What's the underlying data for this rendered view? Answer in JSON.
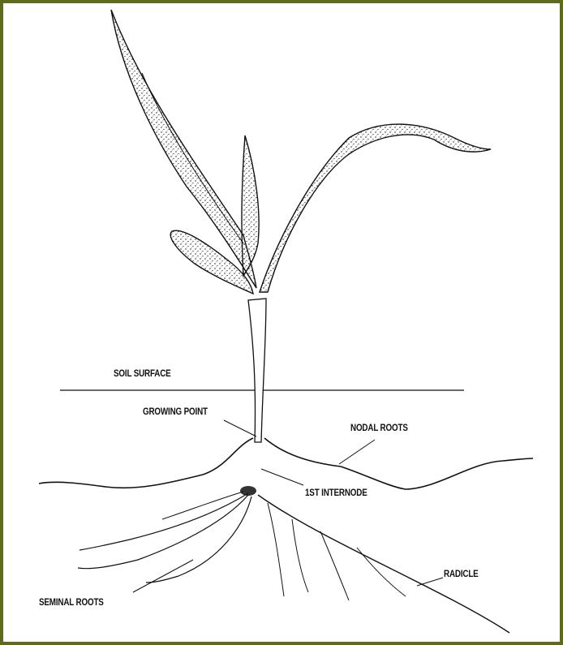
{
  "labels": {
    "soil_surface": "SOIL SURFACE",
    "growing_point": "GROWING POINT",
    "nodal_roots": "NODAL ROOTS",
    "first_internode": "1ST INTERNODE",
    "radicle": "RADICLE",
    "seminal_roots": "SEMINAL ROOTS"
  },
  "colors": {
    "border": "#5f6a1e",
    "ink": "#111111"
  }
}
